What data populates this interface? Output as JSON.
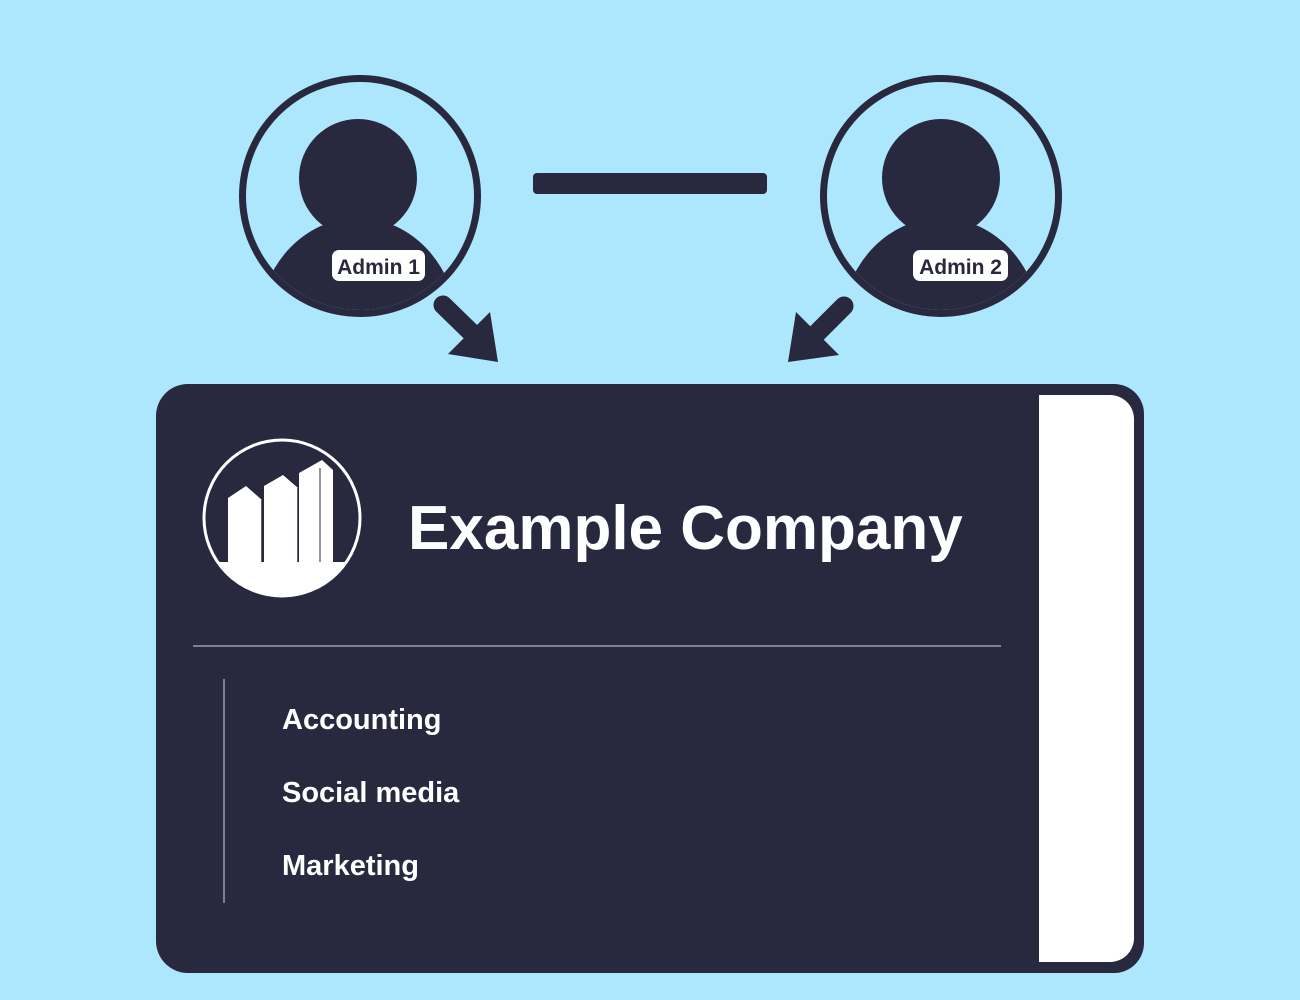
{
  "admins": [
    {
      "label": "Admin 1"
    },
    {
      "label": "Admin 2"
    }
  ],
  "company": {
    "name": "Example Company",
    "departments": [
      "Accounting",
      "Social media",
      "Marketing"
    ]
  },
  "colors": {
    "background": "#ade7fd",
    "navy": "#28283f",
    "white": "#ffffff",
    "divider": "#9a9ab0"
  },
  "icons": {
    "admin": "user-avatar-icon",
    "company": "building-logo-icon",
    "flow": "arrow-icon"
  }
}
